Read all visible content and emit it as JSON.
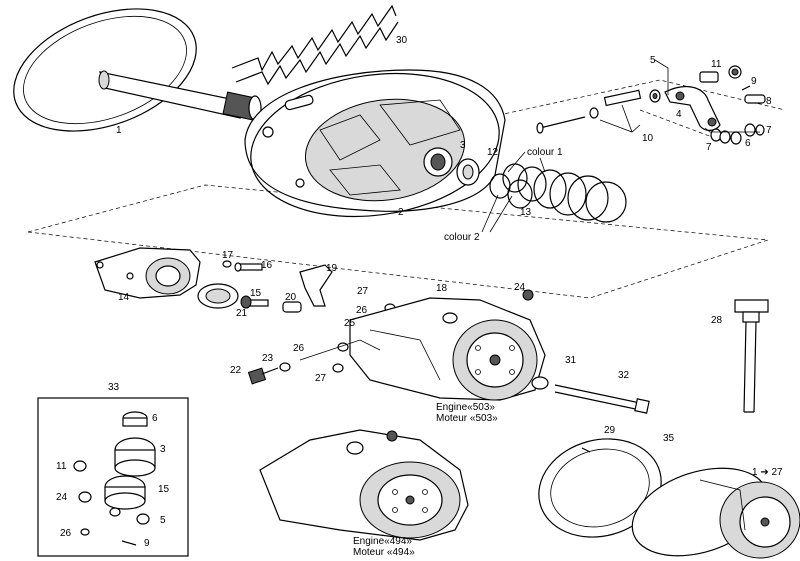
{
  "diagram": {
    "part_labels": {
      "p1": "1",
      "p2": "2",
      "p3": "3",
      "p4": "4",
      "p5": "5",
      "p6": "6",
      "p7": "7",
      "p9": "9",
      "p10": "10",
      "p11": "11",
      "p12": "12",
      "p13": "13",
      "p14": "14",
      "p15": "15",
      "p16": "16",
      "p17": "17",
      "p18": "18",
      "p19": "19",
      "p20": "20",
      "p21": "21",
      "p22": "22",
      "p23": "23",
      "p24": "24",
      "p25": "25",
      "p26": "26",
      "p27": "27",
      "p28": "28",
      "p29": "29",
      "p30": "30",
      "p31": "31",
      "p32": "32",
      "p33": "33",
      "p35": "35",
      "p1to27": "1 ➔ 27"
    },
    "notes": {
      "colour1": "colour 1",
      "colour2": "colour 2",
      "engine503": "Engine«503»",
      "moteur503": "Moteur «503»",
      "engine494": "Engine«494»",
      "moteur494": "Moteur «494»"
    },
    "kit_box": {
      "title": "33",
      "items": [
        "6",
        "3",
        "11",
        "15",
        "24",
        "5",
        "26",
        "9"
      ]
    }
  }
}
